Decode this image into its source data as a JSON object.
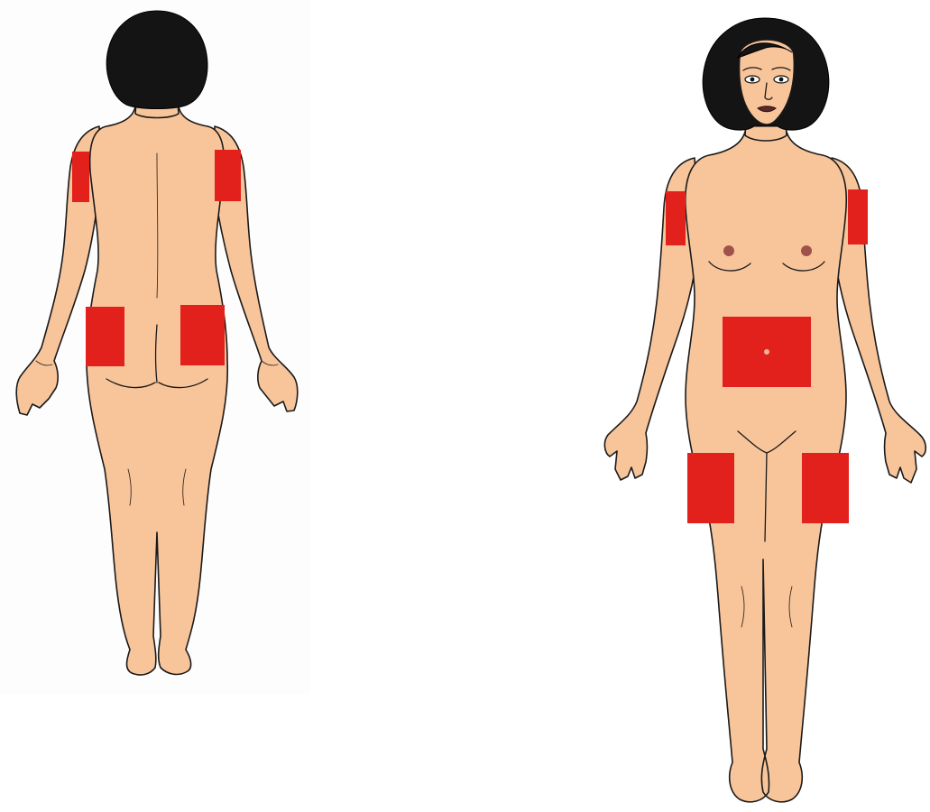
{
  "figure": {
    "figures": [
      {
        "id": "back-view",
        "view": "back"
      },
      {
        "id": "front-view",
        "view": "front"
      }
    ],
    "highlight_color": "#e2211c",
    "skin_color": "#f8c59b",
    "hair_color": "#141414",
    "highlighted_regions": {
      "back": [
        "left-upper-arm",
        "right-upper-arm",
        "left-upper-buttock",
        "right-upper-buttock"
      ],
      "front": [
        "left-upper-arm",
        "right-upper-arm",
        "abdomen",
        "left-thigh",
        "right-thigh"
      ]
    }
  }
}
